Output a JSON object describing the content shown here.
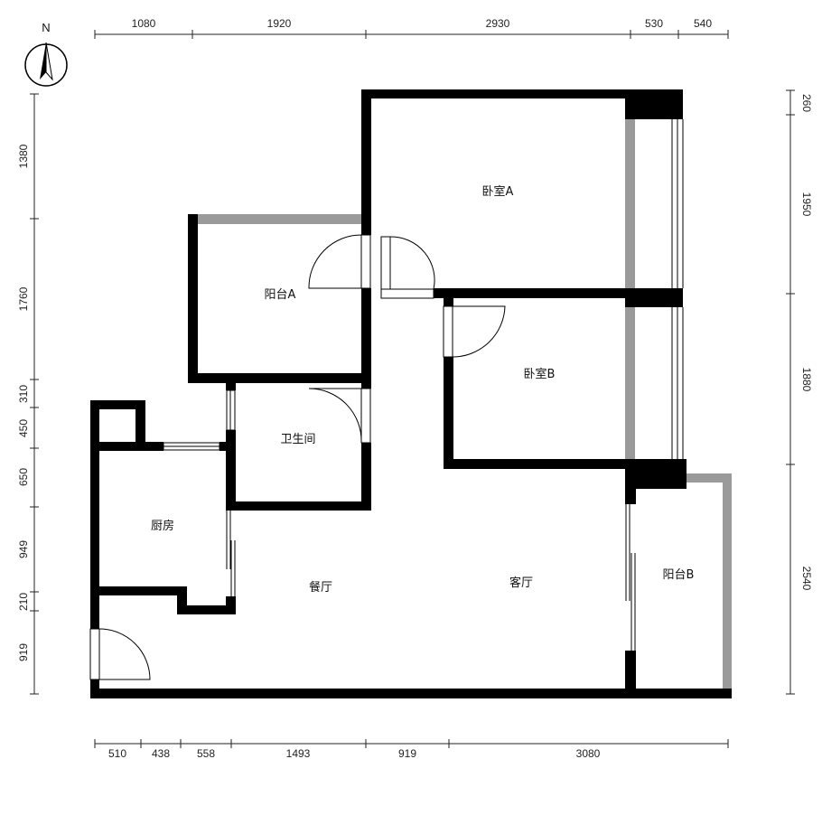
{
  "compass": {
    "north_label": "N",
    "icon": "north-arrow-icon"
  },
  "rooms": {
    "bedroom_a": "卧室A",
    "balcony_a": "阳台A",
    "bedroom_b": "卧室B",
    "bathroom": "卫生间",
    "kitchen": "厨房",
    "dining": "餐厅",
    "living": "客厅",
    "balcony_b": "阳台B"
  },
  "dimensions": {
    "top": [
      "1080",
      "1920",
      "2930",
      "530",
      "540"
    ],
    "bottom": [
      "510",
      "438",
      "558",
      "1493",
      "919",
      "3080"
    ],
    "left": [
      "1380",
      "1760",
      "310",
      "450",
      "650",
      "949",
      "210",
      "919"
    ],
    "right": [
      "260",
      "1950",
      "1880",
      "2540"
    ]
  },
  "colors": {
    "wall": "#000000",
    "window_wall": "#9a9a9a",
    "background": "#ffffff"
  }
}
